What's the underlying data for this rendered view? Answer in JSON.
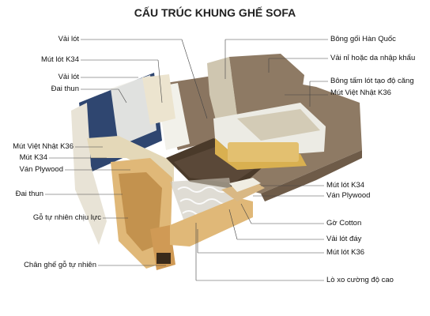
{
  "title": "CẤU TRÚC KHUNG GHẾ SOFA",
  "colors": {
    "fabric": "#8e7a64",
    "fabric_dark": "#6e5b48",
    "wood": "#e0b878",
    "wood_dark": "#c3924e",
    "foam_white": "#f2f1ea",
    "pattern": "#cfc6b0",
    "plywood": "#d9b884",
    "frame_blue": "#2f4670",
    "spring": "#eeeeee"
  },
  "labels_left": [
    "Vải lót",
    "Mút lót K34",
    "Vải lót",
    "Đai thun",
    "Mút Việt Nhật K36",
    "Mút K34",
    "Ván Plywood",
    "Đai thun",
    "Gỗ tự nhiên chịu lực",
    "Chân ghế gỗ tự nhiên"
  ],
  "labels_right": [
    "Bông gối Hàn Quốc",
    "Vải nỉ hoặc da nhập khẩu",
    "Bông tấm lót tạo độ căng",
    "Mút Việt Nhật K36",
    "Mút lót K34",
    "Ván Plywood",
    "Gờ Cotton",
    "Vải lót đáy",
    "Mút lót K36",
    "Lò xo cường độ cao"
  ]
}
